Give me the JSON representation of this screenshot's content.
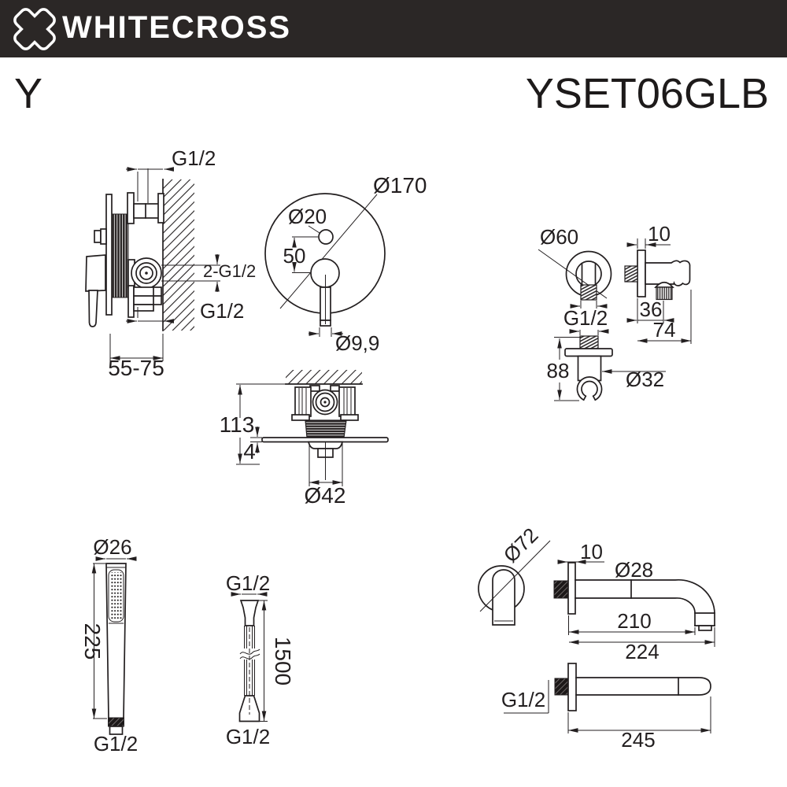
{
  "header": {
    "brand": "WHITECROSS",
    "logo_icon": "cross-x-icon"
  },
  "product": {
    "series": "Y",
    "model": "YSET06GLB"
  },
  "colors": {
    "header_bg": "#2b2726",
    "line": "#231f20",
    "background": "#ffffff"
  },
  "drawings": {
    "mixer_side": {
      "dims": {
        "top_thread": "G1/2",
        "inlets": "2-G1/2",
        "bottom_thread": "G1/2",
        "mount_depth": "55-75"
      }
    },
    "trim_front": {
      "dims": {
        "plate_diameter": "Ø170",
        "diverter_diameter": "Ø20",
        "center_offset": "50",
        "stem_diameter": "Ø9,9"
      }
    },
    "outlet_front": {
      "dims": {
        "escutcheon_diameter": "Ø60",
        "thread": "G1/2"
      }
    },
    "holder_front": {
      "dims": {
        "height": "88",
        "body_diameter": "Ø32"
      }
    },
    "holder_side": {
      "dims": {
        "plate_thickness": "10",
        "thread_offset": "36",
        "depth": "74"
      }
    },
    "valve_section": {
      "dims": {
        "depth": "113",
        "plate_thickness": "4",
        "base_diameter": "Ø42"
      }
    },
    "handshower": {
      "dims": {
        "head_diameter": "Ø26",
        "length": "225",
        "thread": "G1/2"
      }
    },
    "hose": {
      "dims": {
        "top_thread": "G1/2",
        "length": "1500",
        "bottom_thread": "G1/2"
      }
    },
    "spout_front": {
      "dims": {
        "flange_diameter": "Ø72"
      }
    },
    "spout_side": {
      "dims": {
        "flange_thickness": "10",
        "tube_diameter": "Ø28",
        "reach": "210",
        "total_length": "224"
      }
    },
    "spout_top": {
      "dims": {
        "thread": "G1/2",
        "length": "245"
      }
    }
  }
}
